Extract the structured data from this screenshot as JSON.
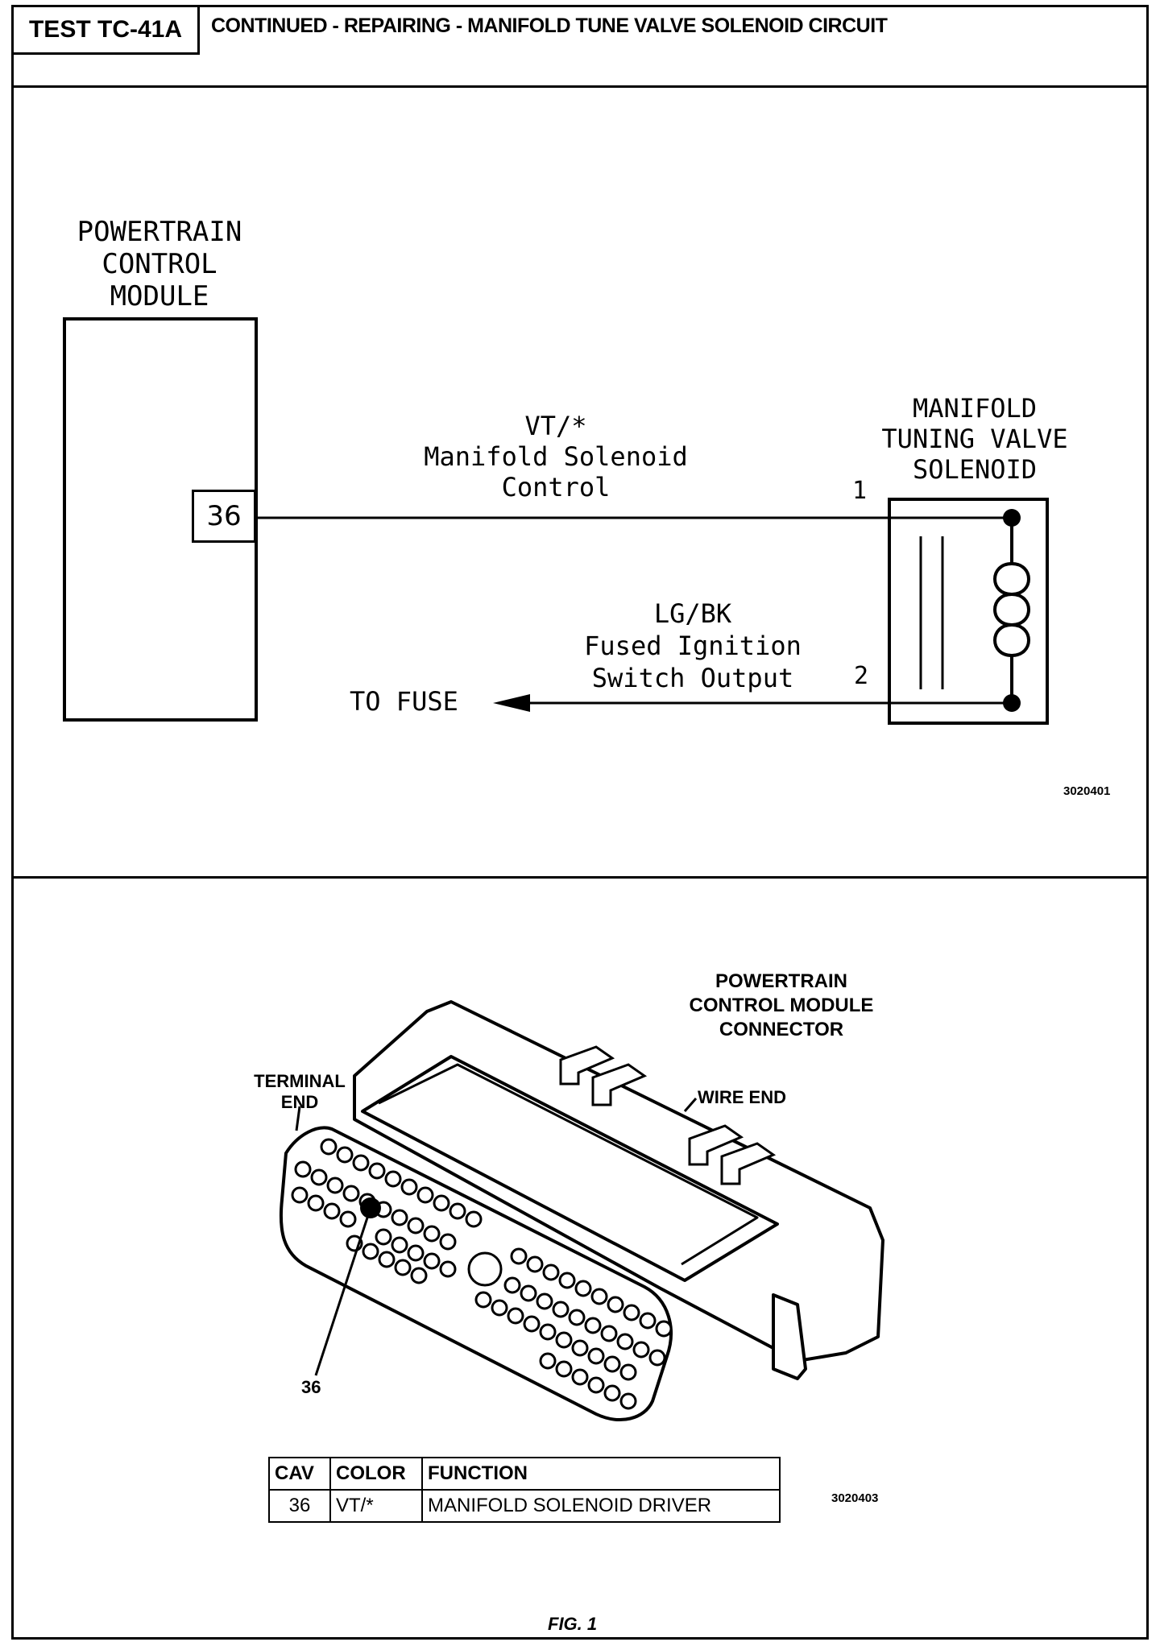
{
  "header": {
    "test_id": "TEST TC-41A",
    "title": "CONTINUED - REPAIRING - MANIFOLD TUNE VALVE SOLENOID CIRCUIT"
  },
  "schematic": {
    "pcm_label": [
      "POWERTRAIN",
      "CONTROL",
      "MODULE"
    ],
    "pcm_pin": "36",
    "wire1": {
      "color_code": "VT/*",
      "desc": [
        "Manifold Solenoid",
        "Control"
      ],
      "pin": "1"
    },
    "wire2": {
      "color_code": "LG/BK",
      "desc": [
        "Fused Ignition",
        "Switch Output"
      ],
      "pin": "2"
    },
    "to_fuse": "TO FUSE",
    "solenoid_label": [
      "MANIFOLD",
      "TUNING VALVE",
      "SOLENOID"
    ],
    "figure_id": "3020401"
  },
  "connector": {
    "title": [
      "POWERTRAIN",
      "CONTROL MODULE",
      "CONNECTOR"
    ],
    "terminal_end": [
      "TERMINAL",
      "END"
    ],
    "wire_end": "WIRE END",
    "callout": "36",
    "figure_id": "3020403",
    "table": {
      "headers": [
        "CAV",
        "COLOR",
        "FUNCTION"
      ],
      "rows": [
        [
          "36",
          "VT/*",
          "MANIFOLD SOLENOID DRIVER"
        ]
      ]
    }
  },
  "caption": "FIG. 1"
}
